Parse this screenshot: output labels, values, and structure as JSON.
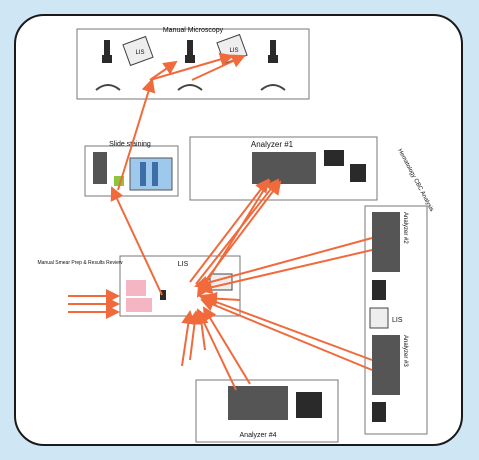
{
  "labels": {
    "manual_microscopy": "Manual Microscopy",
    "slide_staining": "Slide staining",
    "analyzer_1": "Analyzer #1",
    "analyzer_2": "Analyzer #2",
    "analyzer_3": "Analyzer #3",
    "analyzer_4": "Analyzer #4",
    "hematology_cbc_analysis": "Hematology CBC Analysis",
    "manual_smear_prep": "Manual Smear Prep & Results Review",
    "lis_center": "LIS",
    "lis_right": "LIS",
    "lis_micro_1": "LIS",
    "lis_micro_2": "LIS"
  },
  "colors": {
    "background": "#cfe6f4",
    "arrow": "#f06a3c",
    "panel": "#ffffff",
    "device": "#555555",
    "stain_blue": "#9fc9ec",
    "stain_green": "#8cc63f",
    "accent_pink": "#f4b6c2"
  }
}
